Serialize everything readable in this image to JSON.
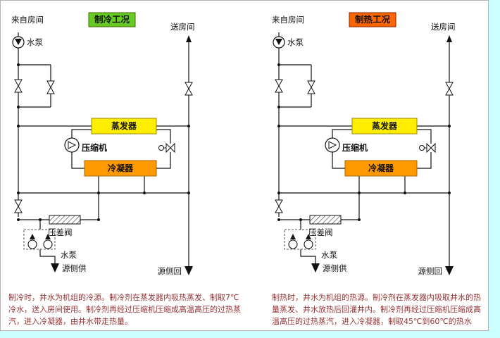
{
  "page": {
    "background": "#ccffff",
    "panel_background": "#ffffff"
  },
  "diagrams": [
    {
      "mode_label": "制冷工况",
      "mode_bg": "#66cc22",
      "mode_text_color": "#dd0000",
      "from_room_label": "来自房间",
      "to_room_label": "送房间",
      "top_pump_label": "水泵",
      "compressor_label": "压缩机",
      "evaporator_label": "蒸发器",
      "evaporator_color": "#ffee00",
      "condenser_label": "冷凝器",
      "condenser_color": "#ff9900",
      "pressure_valve_label": "压差阀",
      "bottom_pump_label": "水泵",
      "source_supply_label": "源侧供",
      "source_return_label": "源侧回",
      "caption": "制冷时，井水为机组的冷源。制冷剂在蒸发器内吸热蒸发、制取7℃冷水，送入房间使用。制冷剂再经过压缩机压缩成高温高压的过热蒸汽，进入冷凝器，由井水带走热量。"
    },
    {
      "mode_label": "制热工况",
      "mode_bg": "#ff6600",
      "mode_text_color": "#ffff00",
      "from_room_label": "来自房间",
      "to_room_label": "送房间",
      "top_pump_label": "水泵",
      "compressor_label": "压缩机",
      "evaporator_label": "蒸发器",
      "evaporator_color": "#ffee00",
      "condenser_label": "冷凝器",
      "condenser_color": "#ff9900",
      "pressure_valve_label": "压差阀",
      "bottom_pump_label": "水泵",
      "source_supply_label": "源侧供",
      "source_return_label": "源侧回",
      "caption": "制热时，井水为机组的热源。制冷剂在蒸发器内吸取井水的热量蒸发、井水放热后回灌井内。制冷剂再经过压缩机压缩成高温高压的过热蒸汽，进入冷凝器，制取45℃到60℃的热水"
    }
  ]
}
